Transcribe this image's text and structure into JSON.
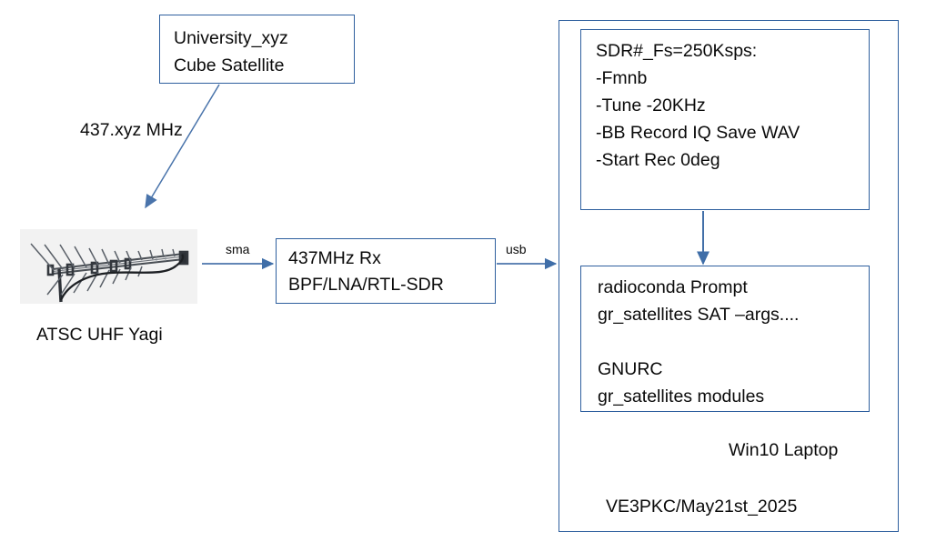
{
  "diagram": {
    "title_note": "VE3PKC/May21st_2025",
    "accent_color": "#2e5f9e",
    "nodes": {
      "satellite": {
        "name": "satellite-box",
        "lines": [
          "University_xyz",
          "Cube Satellite"
        ],
        "line1": "University_xyz",
        "line2": "Cube Satellite"
      },
      "antenna": {
        "name": "antenna-node",
        "caption": "ATSC UHF Yagi",
        "image_alt": "atsc-uhf-yagi-antenna-photo"
      },
      "receiver": {
        "name": "receiver-box",
        "line1": "437MHz Rx",
        "line2": "BPF/LNA/RTL-SDR"
      },
      "sdr_software": {
        "name": "sdr-sharp-box",
        "line1": "SDR#_Fs=250Ksps:",
        "line2": "-Fmnb",
        "line3": "-Tune -20KHz",
        "line4": "-BB Record IQ Save WAV",
        "line5": "-Start Rec 0deg"
      },
      "radioconda": {
        "name": "radioconda-box",
        "line1": "radioconda Prompt",
        "line2": "gr_satellites SAT –args....",
        "line3": "",
        "line4": "GNURC",
        "line5": "gr_satellites modules"
      },
      "laptop": {
        "name": "laptop-container",
        "caption": "Win10 Laptop",
        "footer": "VE3PKC/May21st_2025"
      }
    },
    "edges": {
      "downlink": {
        "name": "downlink-arrow",
        "label": "437.xyz MHz"
      },
      "antenna_to_rx": {
        "name": "sma-arrow",
        "label": "sma"
      },
      "rx_to_laptop": {
        "name": "usb-arrow",
        "label": "usb"
      },
      "sdr_to_radioconda": {
        "name": "sdr-to-radioconda-arrow",
        "label": ""
      }
    }
  }
}
